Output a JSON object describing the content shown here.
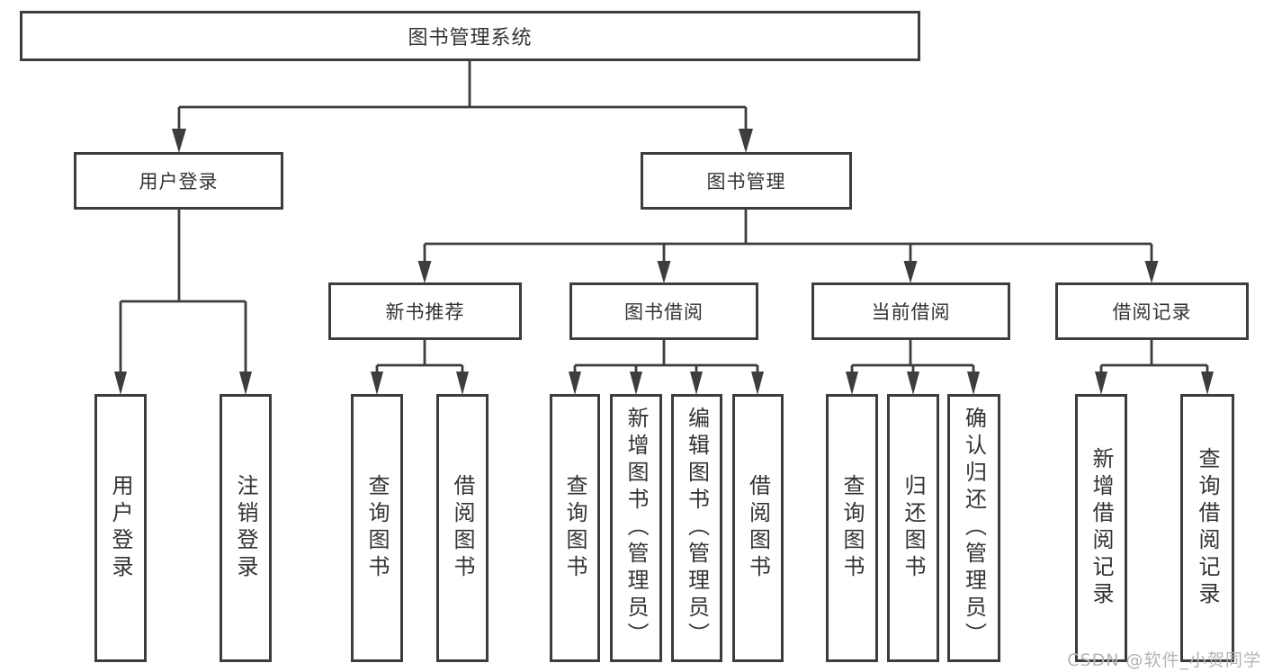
{
  "diagram": {
    "title": "图书管理系统",
    "type": "hierarchy-tree"
  },
  "colors": {
    "line": "#3d3d3d",
    "box_border": "#3d3d3d",
    "text": "#333333",
    "watermark": "#b4b4b4",
    "background": "#ffffff"
  },
  "tree": {
    "label": "图书管理系统",
    "children": [
      {
        "label": "用户登录",
        "children": [
          {
            "label": "用户登录"
          },
          {
            "label": "注销登录"
          }
        ]
      },
      {
        "label": "图书管理",
        "children": [
          {
            "label": "新书推荐",
            "children": [
              {
                "label": "查询图书"
              },
              {
                "label": "借阅图书"
              }
            ]
          },
          {
            "label": "图书借阅",
            "children": [
              {
                "label": "查询图书"
              },
              {
                "label": "新增图书（管理员）"
              },
              {
                "label": "编辑图书（管理员）"
              },
              {
                "label": "借阅图书"
              }
            ]
          },
          {
            "label": "当前借阅",
            "children": [
              {
                "label": "查询图书"
              },
              {
                "label": "归还图书"
              },
              {
                "label": "确认归还（管理员）"
              }
            ]
          },
          {
            "label": "借阅记录",
            "children": [
              {
                "label": "新增借阅记录"
              },
              {
                "label": "查询借阅记录"
              }
            ]
          }
        ]
      }
    ]
  },
  "watermark": {
    "text": "CSDN @软件_小贺同学"
  }
}
